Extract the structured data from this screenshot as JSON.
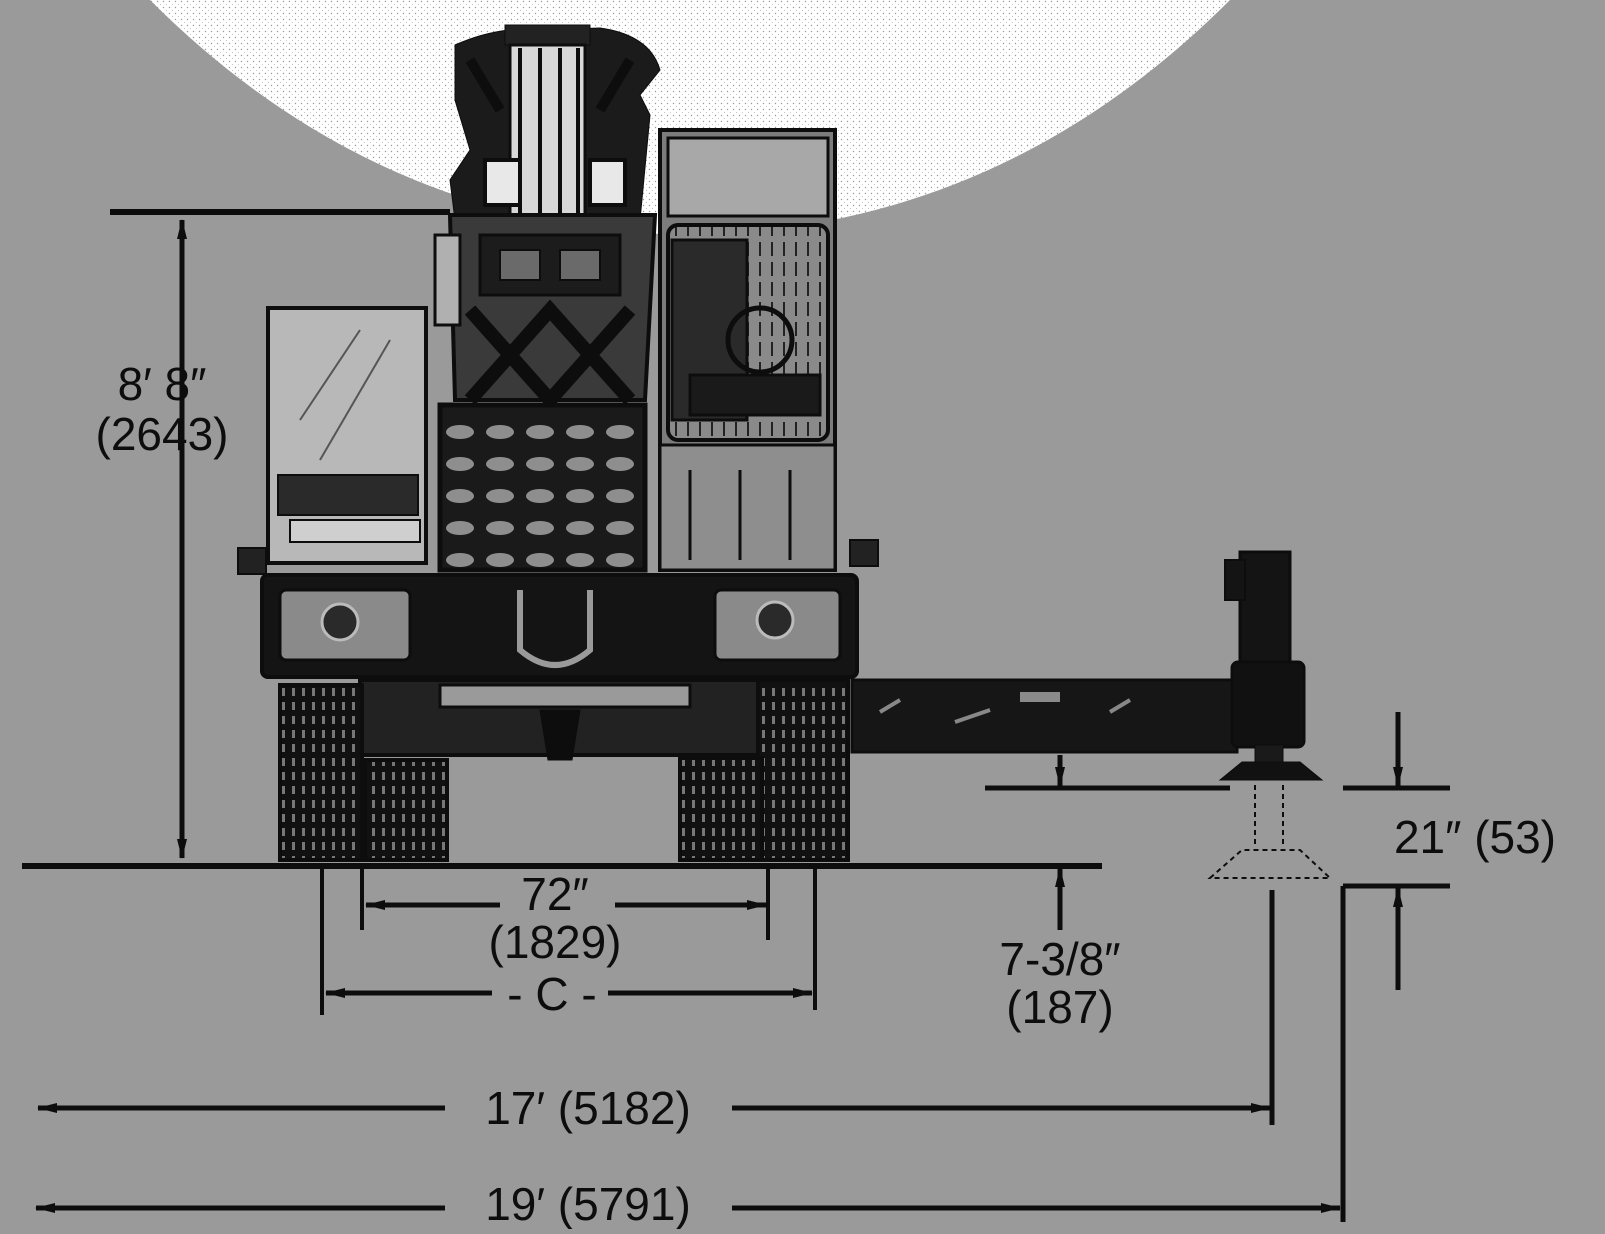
{
  "colors": {
    "background": "#9a9a9a",
    "ink": "#0d0d0d",
    "backdrop_disc": "#ffffff"
  },
  "dimensions": {
    "overall_height": {
      "imperial": "8′ 8″",
      "metric": "(2643)"
    },
    "track_gauge": {
      "imperial": "72″",
      "metric": "(1829)"
    },
    "track_width_label": "- C -",
    "outrigger_clearance": {
      "imperial": "7-3/8″",
      "metric": "(187)"
    },
    "pad_travel": "21″ (53)",
    "outrigger_span_short": "17′ (5182)",
    "outrigger_span_long": "19′ (5791)"
  }
}
